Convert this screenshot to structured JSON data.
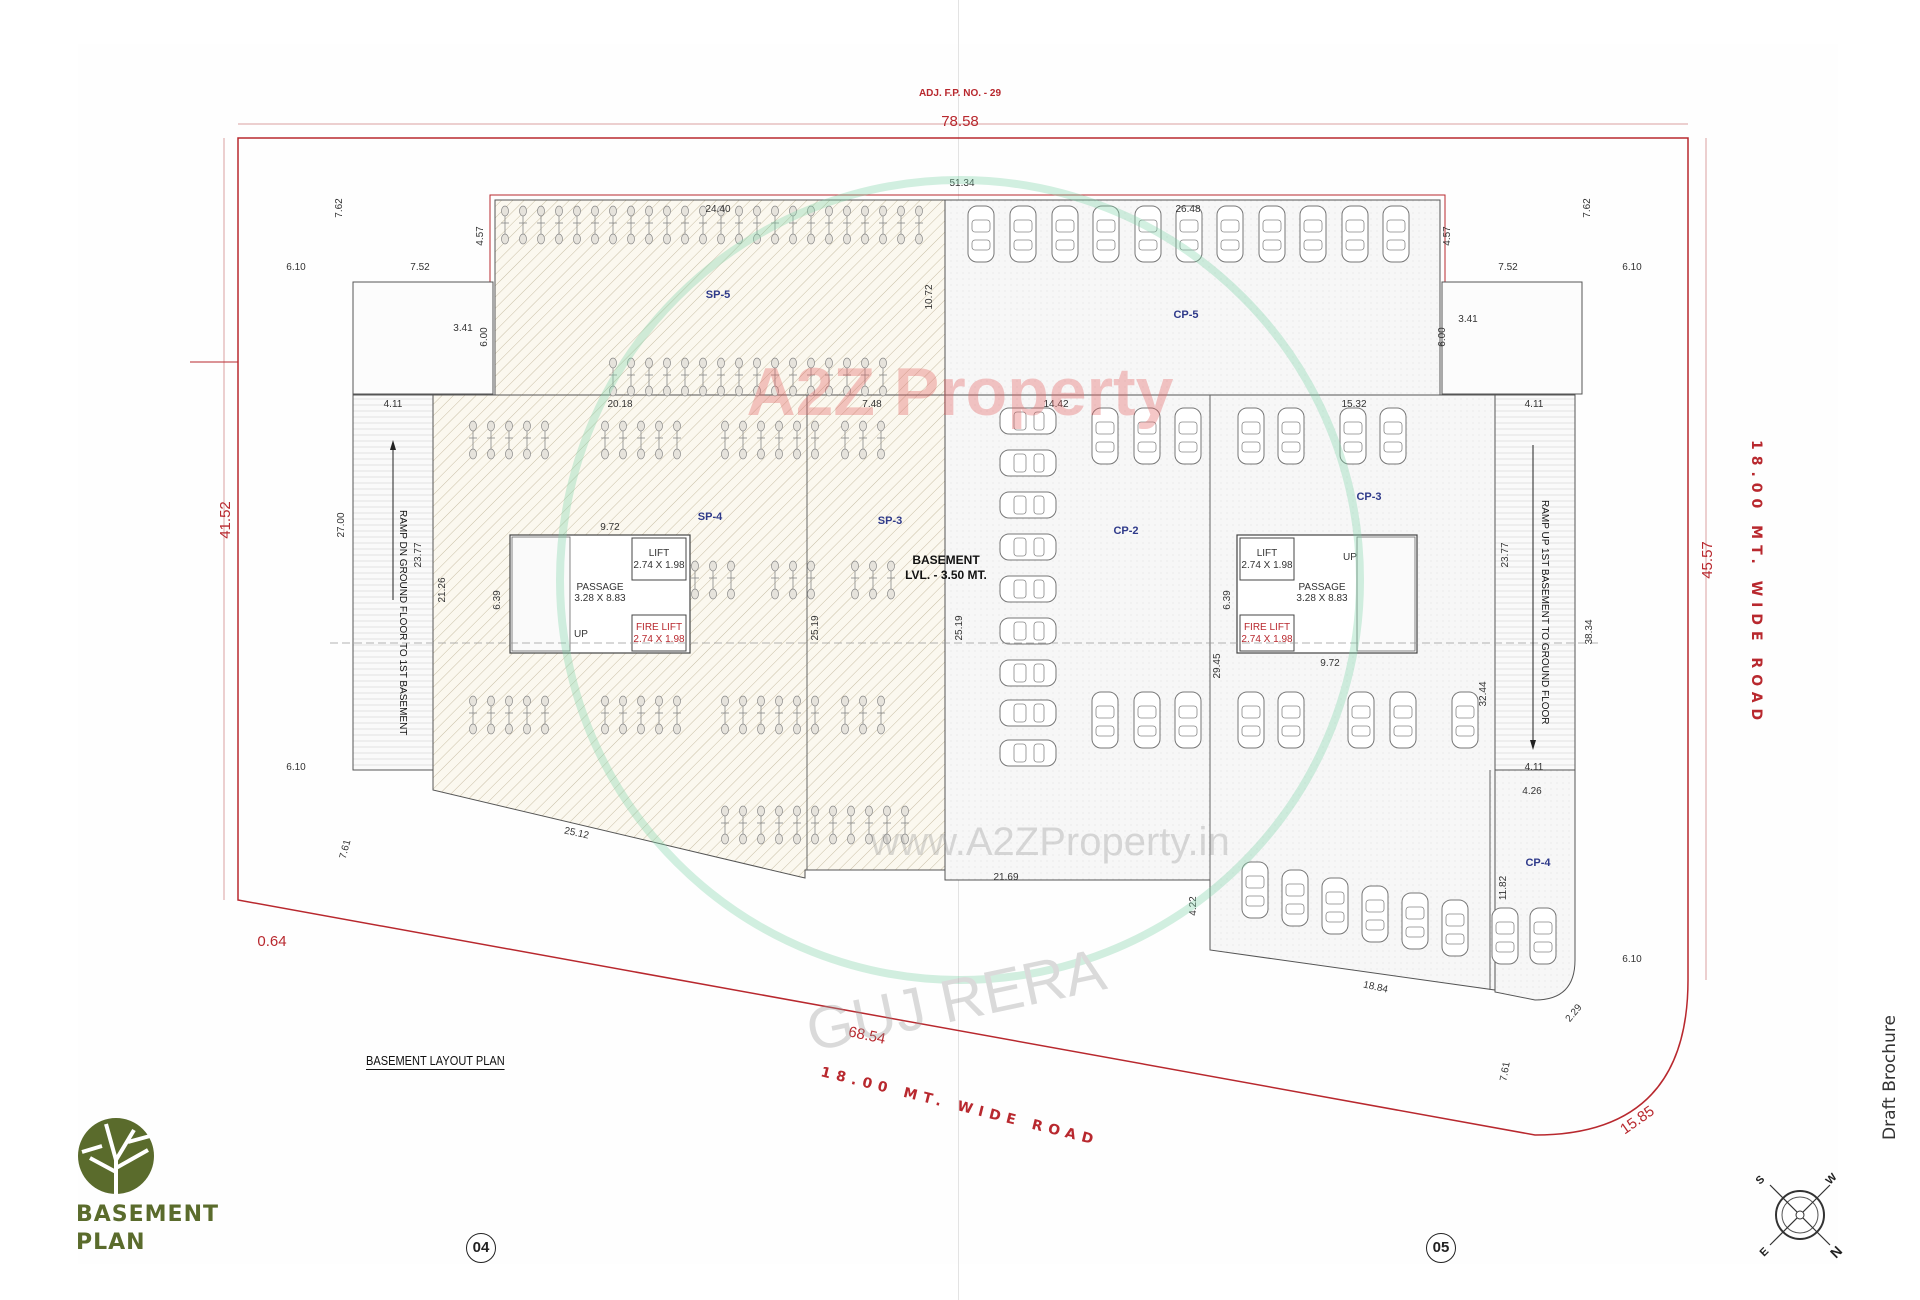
{
  "page": {
    "title": "BASEMENT PLAN",
    "title_line1": "BASEMENT",
    "title_line2": "PLAN",
    "subtitle": "BASEMENT LAYOUT PLAN",
    "draft_label": "Draft Brochure",
    "page_numbers": [
      "04",
      "05"
    ],
    "brand_color": "#5a6b2c",
    "accent_red": "#b8282e",
    "zone_label_color": "#2f3a8a"
  },
  "plot": {
    "adjacent_label": "ADJ. F.P. NO. - 29",
    "top_width": "78.58",
    "left_depth": "41.52",
    "right_depth": "45.57",
    "bottom_length": "68.54",
    "curve_length": "15.85",
    "corner_offset": "0.64",
    "road_right": "18.00 MT. WIDE ROAD",
    "road_bottom": "18.00 MT. WIDE ROAD"
  },
  "building": {
    "level_label_line1": "BASEMENT",
    "level_label_line2": "LVL. - 3.50 MT.",
    "top_width": "51.34",
    "zones": [
      {
        "id": "SP-5",
        "label": "SP-5"
      },
      {
        "id": "SP-4",
        "label": "SP-4"
      },
      {
        "id": "SP-3",
        "label": "SP-3"
      },
      {
        "id": "CP-5",
        "label": "CP-5"
      },
      {
        "id": "CP-2",
        "label": "CP-2"
      },
      {
        "id": "CP-3",
        "label": "CP-3"
      },
      {
        "id": "CP-4",
        "label": "CP-4"
      }
    ],
    "cores": [
      {
        "lift": "LIFT",
        "lift_size": "2.74 X 1.98",
        "fire_lift": "FIRE LIFT",
        "fire_lift_size": "2.74 X 1.98",
        "passage": "PASSAGE",
        "passage_size": "3.28 X 8.83",
        "stair": "UP",
        "width": "9.72",
        "depth": "6.39"
      },
      {
        "lift": "LIFT",
        "lift_size": "2.74 X 1.98",
        "fire_lift": "FIRE LIFT",
        "fire_lift_size": "2.74 X 1.98",
        "passage": "PASSAGE",
        "passage_size": "3.28 X 8.83",
        "stair": "UP",
        "width": "9.72",
        "depth": "6.39"
      }
    ],
    "ramps": {
      "left": "RAMP DN GROUND FLOOR TO 1ST BASEMENT",
      "right": "RAMP UP 1ST BASEMENT TO GROUND FLOOR"
    }
  },
  "dimensions": {
    "d_6_10": "6.10",
    "d_7_52": "7.52",
    "d_7_62": "7.62",
    "d_4_57": "4.57",
    "d_3_41": "3.41",
    "d_6_00": "6.00",
    "d_4_11": "4.11",
    "d_20_18": "20.18",
    "d_7_48": "7.48",
    "d_14_42": "14.42",
    "d_15_32": "15.32",
    "d_24_40": "24.40",
    "d_26_48": "26.48",
    "d_10_72": "10.72",
    "d_27_00": "27.00",
    "d_23_77": "23.77",
    "d_21_26": "21.26",
    "d_25_19": "25.19",
    "d_29_45": "29.45",
    "d_32_44": "32.44",
    "d_38_34": "38.34",
    "d_25_12": "25.12",
    "d_21_69": "21.69",
    "d_4_22": "4.22",
    "d_18_84": "18.84",
    "d_4_26": "4.26",
    "d_11_82": "11.82",
    "d_7_61": "7.61",
    "d_2_29": "2.29"
  },
  "compass": {
    "n": "N",
    "s": "S",
    "e": "E",
    "w": "W"
  },
  "watermark": {
    "text1": "A2Z Property",
    "text2": "www.A2ZProperty.in",
    "text3": "GUJ RERA"
  }
}
